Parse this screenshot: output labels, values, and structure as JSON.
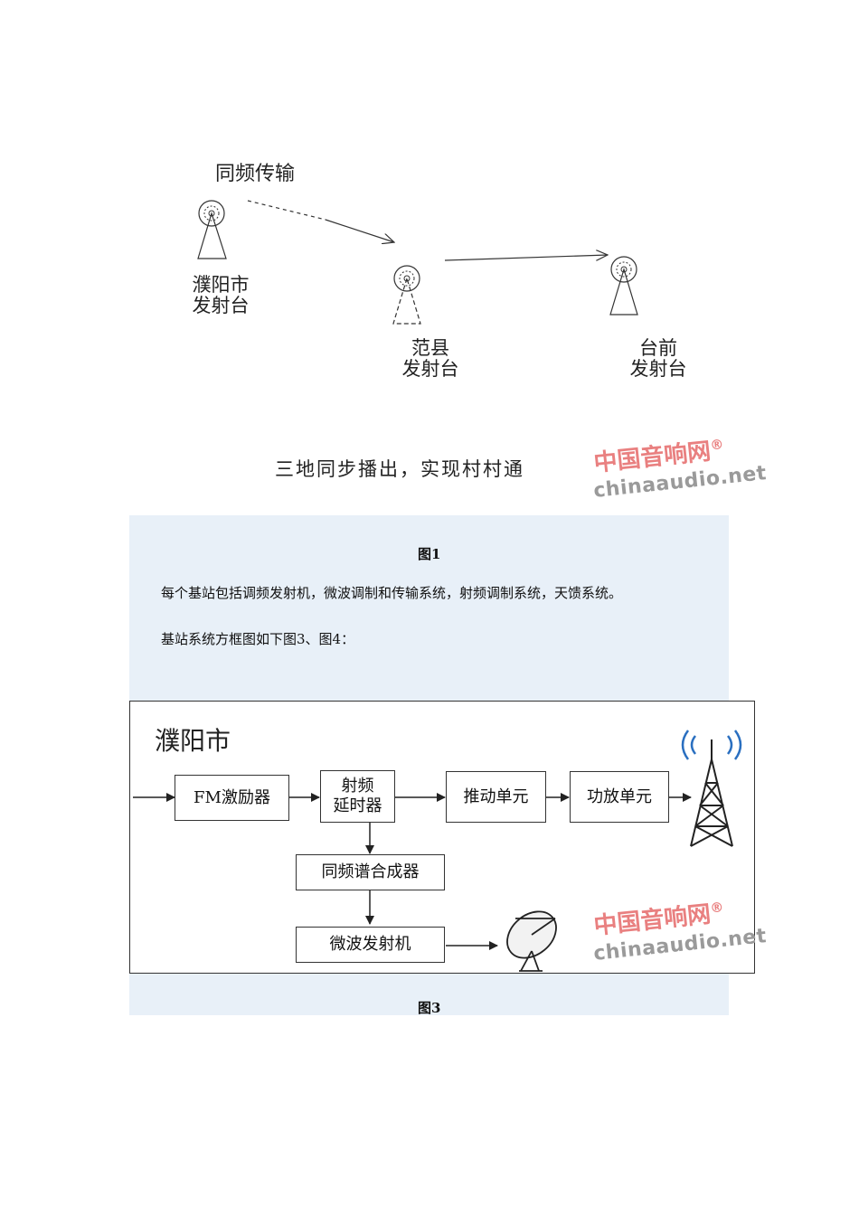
{
  "figure1": {
    "transmission_label": "同频传输",
    "stations": [
      {
        "line1": "濮阳市",
        "line2": "发射台"
      },
      {
        "line1": "范县",
        "line2": "发射台"
      },
      {
        "line1": "台前",
        "line2": "发射台"
      }
    ],
    "caption": "三地同步播出，实现村村通",
    "watermark": {
      "cn": "中国音响网",
      "reg": "®",
      "en": "chinaaudio.net"
    }
  },
  "figure1_label": "图1",
  "paragraph1": "每个基站包括调频发射机，微波调制和传输系统，射频调制系统，天馈系统。",
  "paragraph2": "基站系统方框图如下图3、图4：",
  "figure3": {
    "title": "濮阳市",
    "boxes": {
      "fm_exciter": "FM激励器",
      "rf_delay_line1": "射频",
      "rf_delay_line2": "延时器",
      "driver_unit": "推动单元",
      "power_amp_unit": "功放单元",
      "synthesizer": "同频谱合成器",
      "microwave_tx": "微波发射机"
    },
    "watermark": {
      "cn": "中国音响网",
      "reg": "®",
      "en": "chinaaudio.net"
    }
  },
  "figure3_label": "图3",
  "icons": [
    "transmitter-tower-icon",
    "radio-waves-icon",
    "satellite-dish-icon"
  ]
}
